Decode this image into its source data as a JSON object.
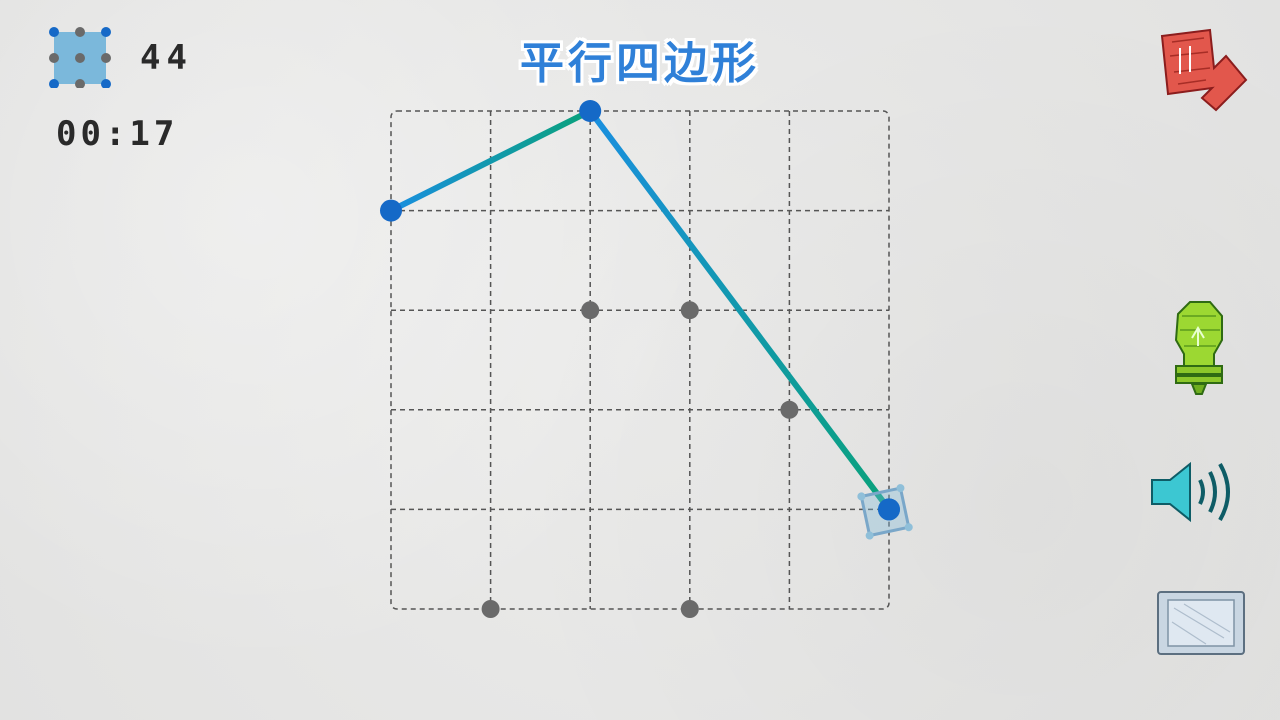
{
  "title": "平行四边形",
  "hud": {
    "level_icon": "grid-square-icon",
    "level_number": "44",
    "timer": "00:17"
  },
  "board": {
    "grid_cols": 5,
    "grid_rows": 5,
    "path_points": [
      [
        0,
        1
      ],
      [
        2,
        0
      ],
      [
        5,
        4
      ]
    ],
    "target_dots": [
      [
        2,
        2
      ],
      [
        3,
        2
      ],
      [
        4,
        3
      ],
      [
        1,
        5
      ],
      [
        3,
        5
      ]
    ],
    "cursor_point": [
      5,
      4
    ],
    "line_color_start": "#1a8fe0",
    "line_color_end": "#0aa27a",
    "dot_color": "#6a6a6a",
    "node_color": "#1569c7"
  },
  "buttons": {
    "next": "next-level-icon",
    "hint": "lightbulb-icon",
    "sound": "speaker-icon",
    "menu": "menu-panel-icon"
  }
}
